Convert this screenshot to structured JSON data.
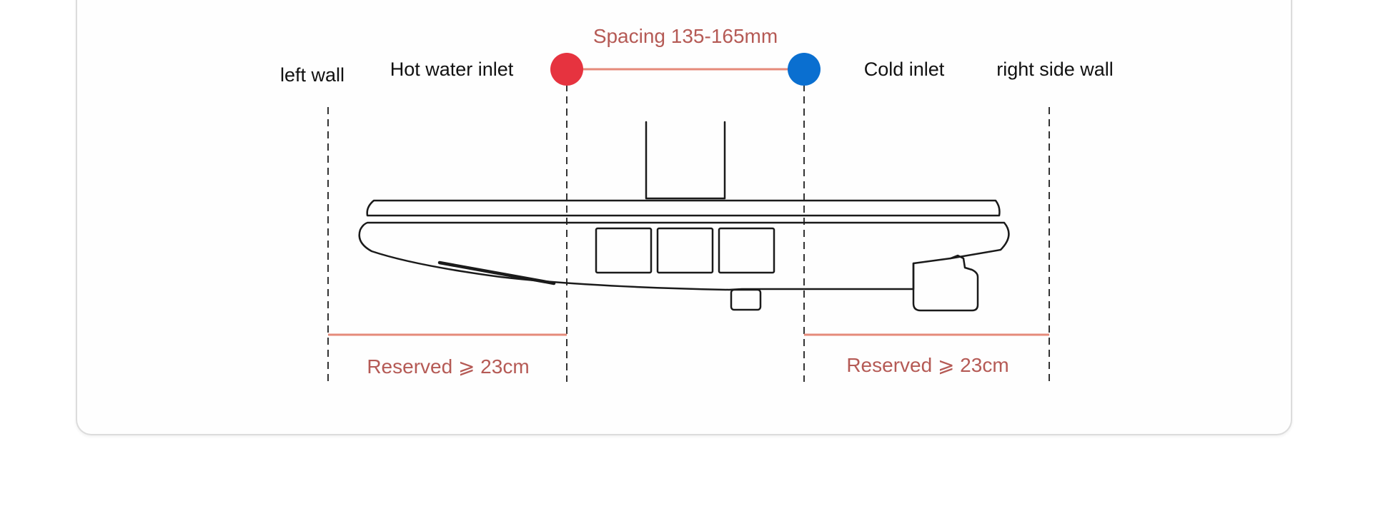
{
  "labels": {
    "left_wall": "left wall",
    "hot_water_inlet": "Hot water inlet",
    "spacing": "Spacing 135-165mm",
    "cold_inlet": "Cold inlet",
    "right_side_wall": "right side wall",
    "reserved_left": "Reserved ⩾ 23cm",
    "reserved_right": "Reserved ⩾ 23cm"
  },
  "colors": {
    "hot_water": "#e6333f",
    "cold_water": "#0a6fd0",
    "accent_line": "#e58a7a",
    "accent_text": "#b55a55",
    "outline": "#1a1a1a"
  }
}
